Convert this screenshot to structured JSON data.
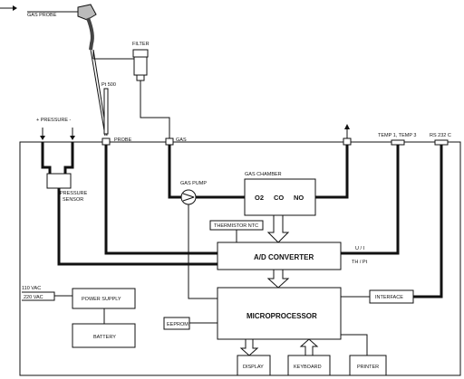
{
  "labels": {
    "gas_probe": "GAS PROBE",
    "filter": "FILTER",
    "pt500": "Pt 500",
    "pressure": "+ PRESSURE -",
    "probe": "PROBE",
    "gas": "GAS",
    "temp": "TEMP 1, TEMP 3",
    "rs232": "RS 232 C",
    "gas_pump": "GAS PUMP",
    "gas_chamber": "GAS CHAMBER",
    "o2": "O2",
    "co": "CO",
    "no": "NO",
    "pressure_sensor_1": "PRESSURE",
    "pressure_sensor_2": "SENSOR",
    "thermistor": "THERMISTOR NTC",
    "ad_converter": "A/D CONVERTER",
    "ui": "U / I",
    "ti": "TH / Pt",
    "v110": "110 VAC",
    "v220": "220 VAC",
    "power_supply": "POWER SUPPLY",
    "battery": "BATTERY",
    "eeprom": "EEPROM",
    "microprocessor": "MICROPROCESSOR",
    "interface": "INTERFACE",
    "display": "DISPLAY",
    "keyboard": "KEYBOARD",
    "printer": "PRINTER"
  }
}
